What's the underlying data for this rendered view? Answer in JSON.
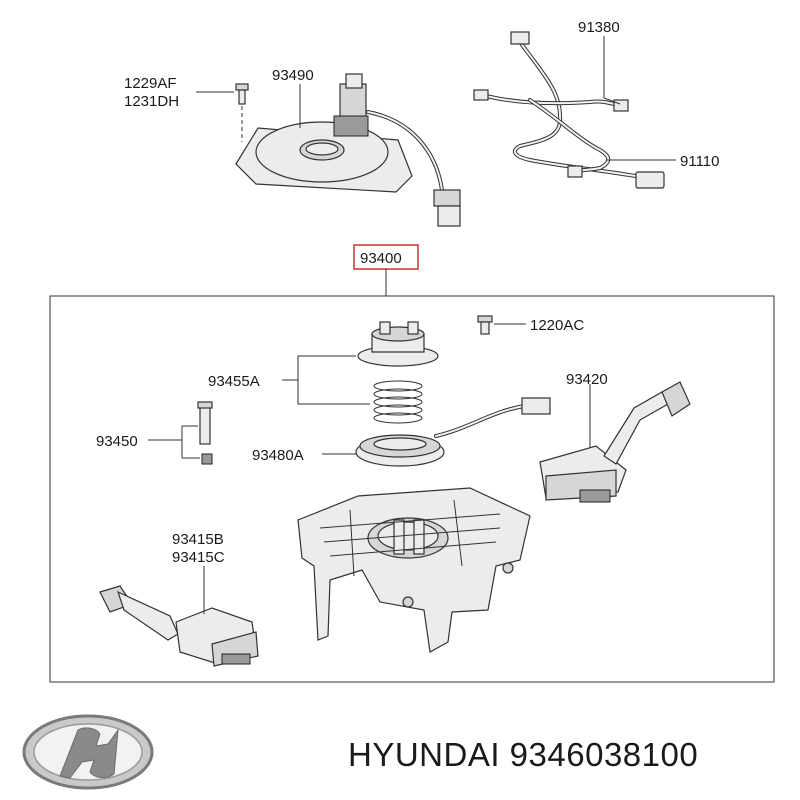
{
  "labels": {
    "bolt_top": [
      "1229AF",
      "1231DH"
    ],
    "clock_spring": "93490",
    "harness": "91380",
    "harness_connector": "91110",
    "assembly": "93400",
    "screw": "1220AC",
    "cancel_cam": "93455A",
    "switch_right": "93420",
    "pin": "93450",
    "body": "93480A",
    "switch_left": [
      "93415B",
      "93415C"
    ]
  },
  "colors": {
    "assembly_box": "#cc3333",
    "lines": "#333333",
    "logo": "#8a8a8a"
  },
  "brand": {
    "logo": "hyundai-logo",
    "text": "HYUNDAI 9346038100"
  }
}
